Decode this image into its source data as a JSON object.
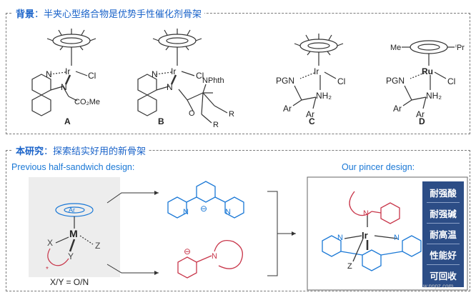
{
  "panel_top": {
    "heading": "背景",
    "colon": "：",
    "subtitle": "半夹心型络合物是优势手性催化剂骨架"
  },
  "panel_bottom": {
    "heading": "本研究",
    "colon": "：",
    "subtitle": "探索结实好用的新骨架",
    "previous_label": "Previous half-sandwich design:",
    "pincer_label": "Our pincer design:",
    "xy_equation": "X/Y = O/N"
  },
  "compounds": [
    {
      "label": "A",
      "metal": "Ir",
      "atoms": [
        "N",
        "Cl",
        "N",
        "CO₂Me"
      ]
    },
    {
      "label": "B",
      "metal": "Ir",
      "atoms": [
        "N",
        "Cl",
        "N",
        "NPhth",
        "O",
        "R",
        "R"
      ]
    },
    {
      "label": "C",
      "metal": "Ir",
      "atoms": [
        "PGN",
        "Cl",
        "NH₂",
        "Ar",
        "Ar"
      ]
    },
    {
      "label": "D",
      "metal": "Ru",
      "atoms": [
        "Me",
        "ⁱPr",
        "PGN",
        "Cl",
        "NH₂",
        "Ar",
        "Ar"
      ]
    }
  ],
  "generic_complex": {
    "ring_label": "Ar",
    "metal": "M",
    "ligand_z": "Z",
    "ligand_x": "X",
    "ligand_y": "Y",
    "star": "*"
  },
  "pincer": {
    "metal": "Ir",
    "n_left": "N",
    "n_right": "N",
    "n_top": "N",
    "z": "Z"
  },
  "anion_blue": {
    "charge": "⊖",
    "n_left": "N",
    "n_right": "N"
  },
  "anion_red": {
    "charge": "⊖",
    "n": "N"
  },
  "features": [
    "耐强酸",
    "耐强碱",
    "耐高温",
    "性能好",
    "可回收"
  ],
  "colors": {
    "title_blue": "#1a63c9",
    "blue": "#1a78d6",
    "red": "#c8364a",
    "navy": "#2c4d86"
  },
  "watermark": "w.nnpz.com"
}
